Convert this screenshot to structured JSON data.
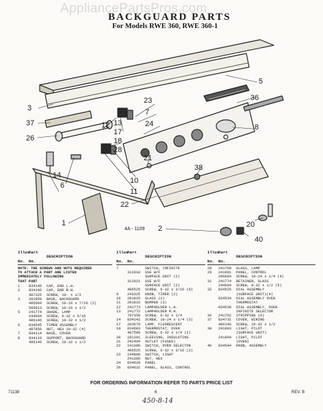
{
  "watermark": "AppliancePartsPros.com",
  "title": "BACKGUARD PARTS",
  "subtitle": "For Models RWE 360, RWE 360-1",
  "figure_code": "4A - 1109",
  "callouts": [
    "5",
    "23",
    "7",
    "24",
    "36",
    "3",
    "13",
    "17",
    "37",
    "18",
    "26",
    "8",
    "12",
    "28",
    "38",
    "6",
    "10",
    "11",
    "14",
    "22",
    "21",
    "1",
    "20",
    "2",
    "40"
  ],
  "table": {
    "headers": {
      "illus": "Illus.",
      "no": "No.",
      "part": "Part",
      "desc": "DESCRIPTION"
    },
    "note": "NOTE: THE SCREWS AND NUTS REQUIRED\nTO ATTACH A PART ARE LISTED\nIMMEDIATELY FOLLOWING\nTHAT PART",
    "col1": [
      {
        "illus": "1",
        "part": "834145",
        "desc": "CAP, END L.H."
      },
      {
        "illus": "2",
        "part": "834146",
        "desc": "CAP, END R.H."
      },
      {
        "illus": "",
        "part": "387325",
        "desc": "SCREW, 10- x 1/2"
      },
      {
        "illus": "3",
        "part": "281850",
        "desc": "BASE, BACKGUARD"
      },
      {
        "illus": "",
        "part": "485094",
        "desc": "SCREW, 10-16 x 7/16 (2)"
      },
      {
        "illus": "",
        "part": "595013",
        "desc": "SCREW, 10-16 x 1/2"
      },
      {
        "illus": "5",
        "part": "241774",
        "desc": "SHADE, LAMP"
      },
      {
        "illus": "",
        "part": "244604",
        "desc": "SCREW, 6-32 x 5/16"
      },
      {
        "illus": "",
        "part": "486146",
        "desc": "SCREW, 10-32 x 1/2"
      },
      {
        "illus": "6",
        "part": "834545",
        "desc": "TIMER ASSEMBLY"
      },
      {
        "illus": "",
        "part": "487856",
        "desc": "NUT, HEX 10-32 (4)"
      },
      {
        "illus": "7",
        "part": "834114",
        "desc": "BASE, COVER"
      },
      {
        "illus": "8",
        "part": "834110",
        "desc": "SUPPORT, BACKGUARD"
      },
      {
        "illus": "",
        "part": "486146",
        "desc": "SCREW, 10-32 x 1/2"
      }
    ],
    "col2": [
      {
        "illus": "7",
        "part": "",
        "desc": "SWITCH, INFINITE"
      },
      {
        "illus": "",
        "part": "312018",
        "desc": "USE W/F"
      },
      {
        "illus": "",
        "part": "",
        "desc": "SURFACE UNIT (2)"
      },
      {
        "illus": "",
        "part": "312021",
        "desc": "USE W/F"
      },
      {
        "illus": "",
        "part": "",
        "desc": "SURFACE UNIT (2)"
      },
      {
        "illus": "",
        "part": "486525",
        "desc": "SCREW, 6-32 x 3/16 (8)"
      },
      {
        "illus": "8",
        "part": "243325",
        "desc": "KNOB, TIMER (2)"
      },
      {
        "illus": "10",
        "part": "281825",
        "desc": "GLASS (2)"
      },
      {
        "illus": "11",
        "part": "281816",
        "desc": "BUMPER (3)"
      },
      {
        "illus": "12",
        "part": "241773",
        "desc": "LAMPHOLDER L.H."
      },
      {
        "illus": "13",
        "part": "241772",
        "desc": "LAMPHOLDER R.H."
      },
      {
        "illus": "",
        "part": "797359",
        "desc": "SCREW, 6-32 x 1/4"
      },
      {
        "illus": "14",
        "part": "834142",
        "desc": "SCREW, 10-24 x 1/4 (3)"
      },
      {
        "illus": "17",
        "part": "203679",
        "desc": "LAMP, FLUORESCENT"
      },
      {
        "illus": "18",
        "part": "834683",
        "desc": "THERMOSTAT, OVEN"
      },
      {
        "illus": "",
        "part": "487586",
        "desc": "SCREW, 6-32 x 1/4 (2)"
      },
      {
        "illus": "20",
        "part": "281391",
        "desc": "SLEEVING, INSULATING"
      },
      {
        "illus": "21",
        "part": "242404",
        "desc": "OUTLET (FUSED)"
      },
      {
        "illus": "22",
        "part": "241396",
        "desc": "SWITCH, OVEN SELECTOR"
      },
      {
        "illus": "",
        "part": "486525",
        "desc": "SCREW, 6-32 x 3/16 (2)"
      },
      {
        "illus": "23",
        "part": "244809",
        "desc": "SWITCH, LIGHT"
      },
      {
        "illus": "",
        "part": "241366",
        "desc": "NUT, HEX"
      },
      {
        "illus": "24",
        "part": "834629",
        "desc": "PANEL"
      },
      {
        "illus": "26",
        "part": "834632",
        "desc": "PANEL, GLASS, CONTROL"
      }
    ],
    "col3": [
      {
        "illus": "28",
        "part": "241769",
        "desc": "GLASS, LAMP"
      },
      {
        "illus": "29",
        "part": "241991",
        "desc": "PANEL, CONTROL"
      },
      {
        "illus": "",
        "part": "290684",
        "desc": "SCREW, 10-24 x 1/4 (4)"
      },
      {
        "illus": "31",
        "part": "241774",
        "desc": "RETAINER, GLASS"
      },
      {
        "illus": "",
        "part": "244604",
        "desc": "SCREW, 8-32 x 1/2 (5)"
      },
      {
        "illus": "32",
        "part": "834525",
        "desc": "DIAL ASSEMBLY"
      },
      {
        "illus": "",
        "part": "",
        "desc": "(SURFACE UNIT)(4)"
      },
      {
        "illus": "",
        "part": "834534",
        "desc": "DIAL ASSEMBLY OVEN"
      },
      {
        "illus": "",
        "part": "",
        "desc": "THERMOSTAT"
      },
      {
        "illus": "",
        "part": "834536",
        "desc": "DIAL ASSEMBLY, OVEN"
      },
      {
        "illus": "",
        "part": "",
        "desc": "INFINITE SELECTOR"
      },
      {
        "illus": "36",
        "part": "241762",
        "desc": "STRIPPING (6)"
      },
      {
        "illus": "37",
        "part": "834731",
        "desc": "COVER, WIRING"
      },
      {
        "illus": "",
        "part": "486146",
        "desc": "SCREW, 10-32 x 1/2"
      },
      {
        "illus": "38",
        "part": "241993",
        "desc": "LIGHT, PILOT"
      },
      {
        "illus": "",
        "part": "",
        "desc": "(SURFACE UNIT)"
      },
      {
        "illus": "",
        "part": "241994",
        "desc": "LIGHT, PILOT"
      },
      {
        "illus": "",
        "part": "",
        "desc": "(OVEN)"
      },
      {
        "illus": "40",
        "part": "834544",
        "desc": "KNOB, ASSEMBLY"
      }
    ]
  },
  "footer": "FOR ORDERING INFORMATION REFER TO PARTS PRICE LIST",
  "doc_code": "71138",
  "page_number": "6",
  "revision": "REV. B",
  "handwritten": "450-8-14"
}
